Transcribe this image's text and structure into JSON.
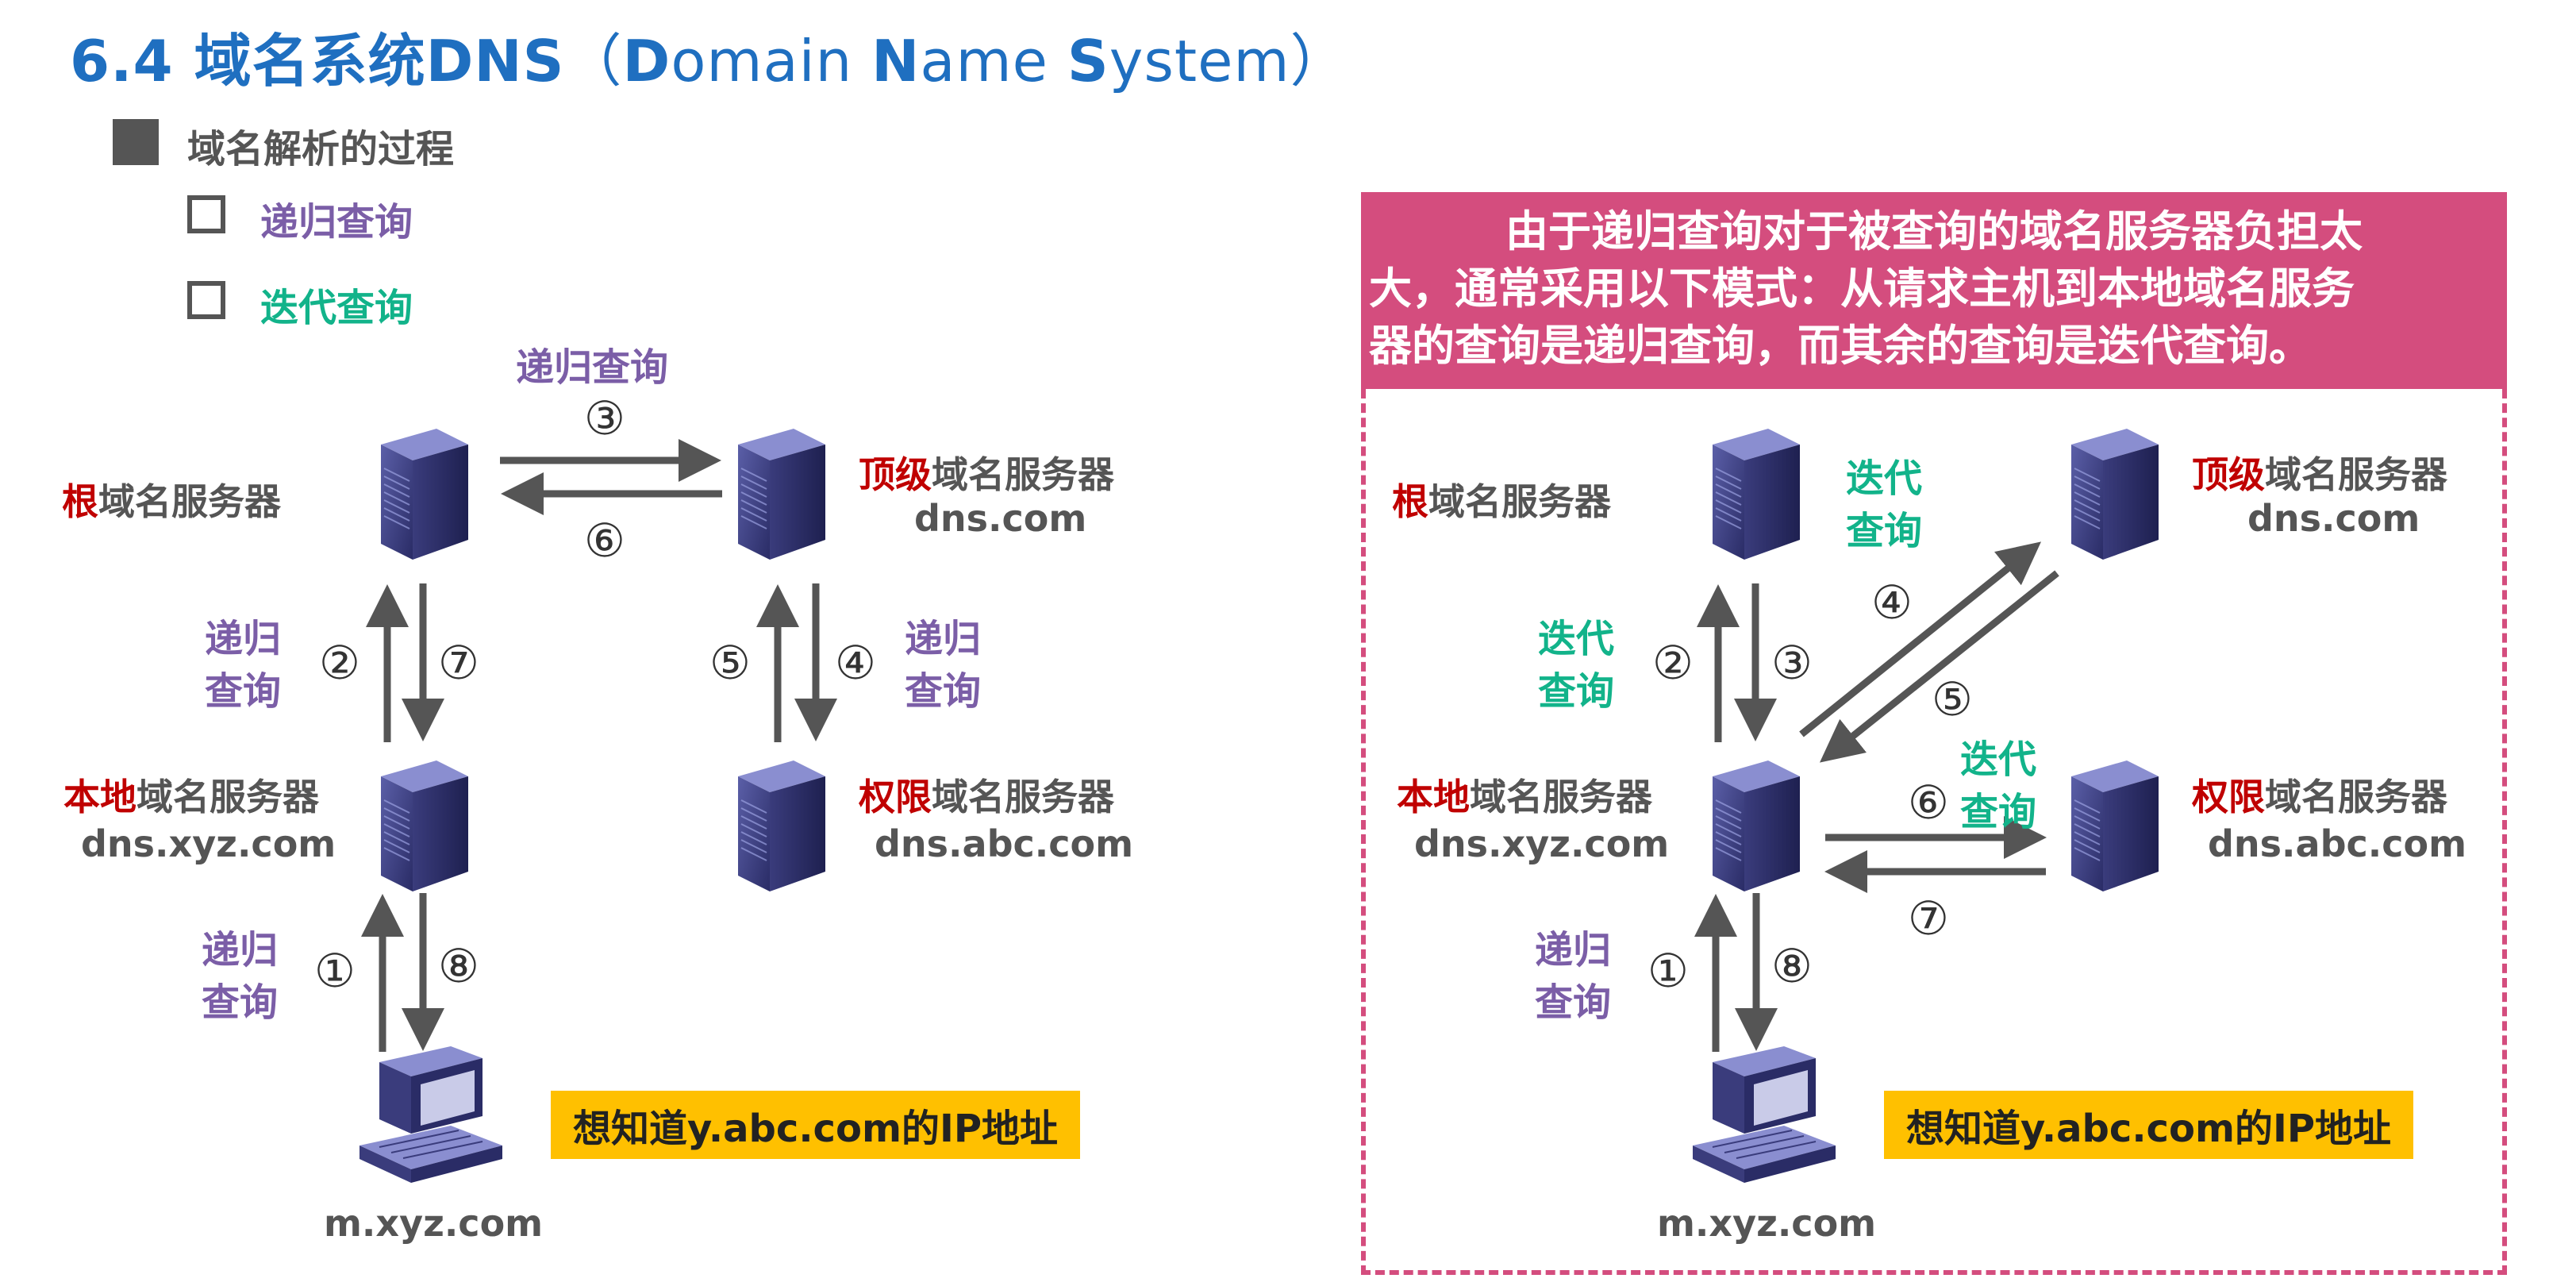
{
  "title": {
    "number": "6.4 ",
    "cn": "域名系统",
    "dns": "DNS",
    "paren_open": "（",
    "D": "D",
    "omain": "omain ",
    "N": "N",
    "ame": "ame ",
    "S": "S",
    "ystem": "ystem",
    "paren_close": "）"
  },
  "bullets": {
    "level1": "域名解析的过程",
    "recursive": "递归查询",
    "iterative": "迭代查询"
  },
  "left": {
    "top_arrow_label": "递归查询",
    "root": {
      "red": "根",
      "rest": "域名服务器"
    },
    "tld": {
      "red": "顶级",
      "rest": "域名服务器",
      "host": "dns.com"
    },
    "local": {
      "red": "本地",
      "rest": "域名服务器",
      "host": "dns.xyz.com"
    },
    "auth": {
      "red": "权限",
      "rest": "域名服务器",
      "host": "dns.abc.com"
    },
    "client_host": "m.xyz.com",
    "rec1": "递归\n查询",
    "rec2": "递归\n查询",
    "rec3": "递归\n查询",
    "n1": "①",
    "n2": "②",
    "n3": "③",
    "n4": "④",
    "n5": "⑤",
    "n6": "⑥",
    "n7": "⑦",
    "n8": "⑧",
    "query_note": "想知道y.abc.com的IP地址"
  },
  "right": {
    "note_line1": "由于递归查询对于被查询的域名服务器负担太",
    "note_line2": "大，通常采用以下模式：从请求主机到本地域名服务",
    "note_line3": "器的查询是递归查询，而其余的查询是迭代查询。",
    "root": {
      "red": "根",
      "rest": "域名服务器"
    },
    "tld": {
      "red": "顶级",
      "rest": "域名服务器",
      "host": "dns.com"
    },
    "local": {
      "red": "本地",
      "rest": "域名服务器",
      "host": "dns.xyz.com"
    },
    "auth": {
      "red": "权限",
      "rest": "域名服务器",
      "host": "dns.abc.com"
    },
    "client_host": "m.xyz.com",
    "iter1": "迭代\n查询",
    "iter2": "迭代\n查询",
    "iter3": "迭代\n查询",
    "rec1": "递归\n查询",
    "n1": "①",
    "n2": "②",
    "n3": "③",
    "n4": "④",
    "n5": "⑤",
    "n6": "⑥",
    "n7": "⑦",
    "n8": "⑧",
    "query_note": "想知道y.abc.com的IP地址"
  },
  "colors": {
    "title": "#1f6fc0",
    "recursive": "#7b5ea7",
    "iterative": "#12b38a",
    "highlight_red": "#c00000",
    "note_box": "#d44d7e",
    "yellow": "#ffc000",
    "server": "#3c3f84"
  }
}
